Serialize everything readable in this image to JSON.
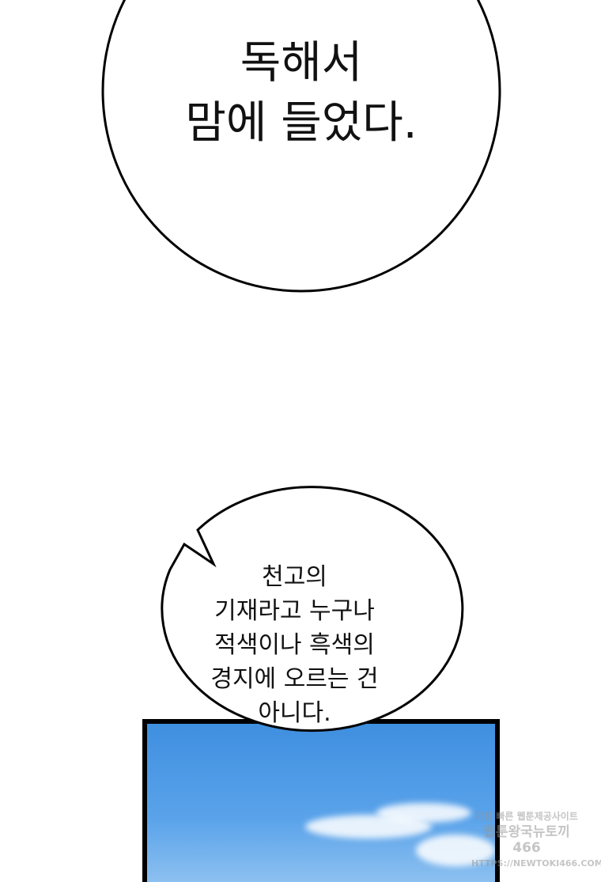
{
  "bubble_top": {
    "lines": [
      "독해서",
      "맘에 들었다."
    ]
  },
  "bubble_bottom": {
    "lines": [
      "천고의",
      "기재라고 누구나",
      "적색이나 흑색의",
      "경지에 오르는 건",
      "아니다."
    ]
  },
  "watermark": {
    "line1": "가장 빠른 웹툰제공사이트",
    "line2": "웹툰왕국뉴토끼466",
    "line3": "HTTPS://NEWTOKI466.COM"
  },
  "colors": {
    "sky": "#4a98e6",
    "border": "#000000"
  }
}
